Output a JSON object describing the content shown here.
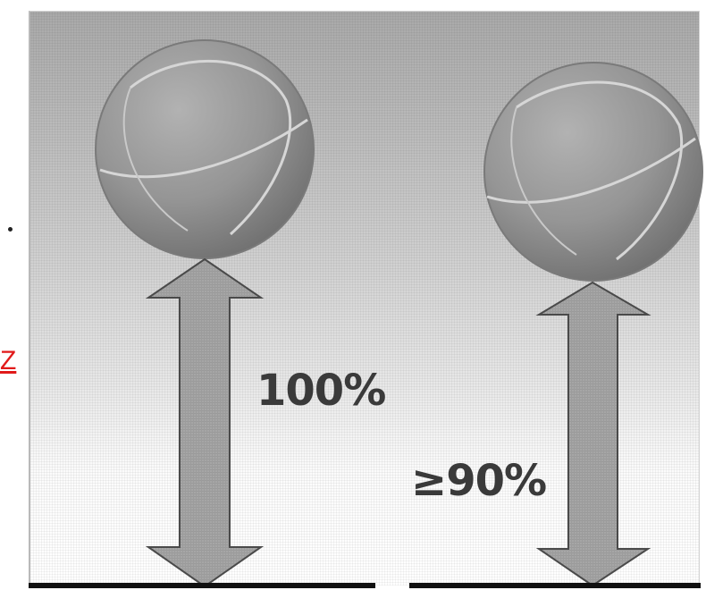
{
  "drop": {
    "label": "100%",
    "value_percent": 100
  },
  "rebound": {
    "label": "≥90%",
    "value_percent": 90
  },
  "margin": {
    "letter": "Z"
  },
  "colors": {
    "ball": "#8f8f8f",
    "arrow": "#a2a2a2",
    "ground": "#111111",
    "margin_text": "#e11a1a"
  }
}
